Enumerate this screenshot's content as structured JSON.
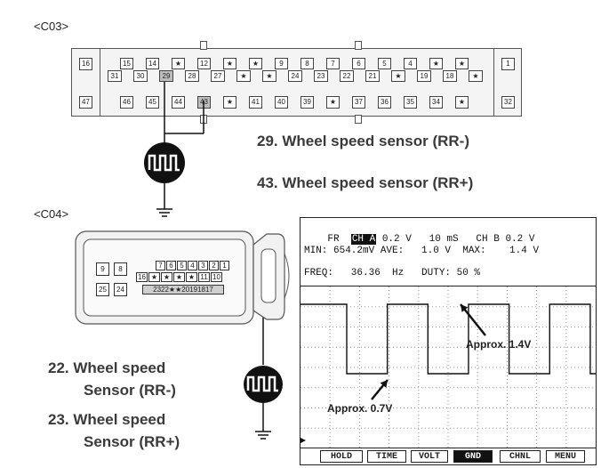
{
  "c03": {
    "label": "<C03>",
    "top_row": [
      {
        "t": "16",
        "hl": false
      },
      {
        "t": "15",
        "hl": false
      },
      {
        "t": "14",
        "hl": false
      },
      {
        "t": "★",
        "hl": false
      },
      {
        "t": "12",
        "hl": false
      },
      {
        "t": "★",
        "hl": false
      },
      {
        "t": "★",
        "hl": false
      },
      {
        "t": "9",
        "hl": false
      },
      {
        "t": "8",
        "hl": false
      },
      {
        "t": "7",
        "hl": false
      },
      {
        "t": "6",
        "hl": false
      },
      {
        "t": "5",
        "hl": false
      },
      {
        "t": "4",
        "hl": false
      },
      {
        "t": "★",
        "hl": false
      },
      {
        "t": "★",
        "hl": false
      },
      {
        "t": "1",
        "hl": false
      }
    ],
    "mid_row": [
      {
        "t": "31",
        "hl": false
      },
      {
        "t": "30",
        "hl": false
      },
      {
        "t": "29",
        "hl": true
      },
      {
        "t": "28",
        "hl": false
      },
      {
        "t": "27",
        "hl": false
      },
      {
        "t": "★",
        "hl": false
      },
      {
        "t": "★",
        "hl": false
      },
      {
        "t": "24",
        "hl": false
      },
      {
        "t": "23",
        "hl": false
      },
      {
        "t": "22",
        "hl": false
      },
      {
        "t": "21",
        "hl": false
      },
      {
        "t": "★",
        "hl": false
      },
      {
        "t": "19",
        "hl": false
      },
      {
        "t": "18",
        "hl": false
      },
      {
        "t": "★",
        "hl": false
      }
    ],
    "bot_row": [
      {
        "t": "47",
        "hl": false
      },
      {
        "t": "46",
        "hl": false
      },
      {
        "t": "45",
        "hl": false
      },
      {
        "t": "44",
        "hl": false
      },
      {
        "t": "43",
        "hl": true
      },
      {
        "t": "★",
        "hl": false
      },
      {
        "t": "41",
        "hl": false
      },
      {
        "t": "40",
        "hl": false
      },
      {
        "t": "39",
        "hl": false
      },
      {
        "t": "★",
        "hl": false
      },
      {
        "t": "37",
        "hl": false
      },
      {
        "t": "36",
        "hl": false
      },
      {
        "t": "35",
        "hl": false
      },
      {
        "t": "34",
        "hl": false
      },
      {
        "t": "★",
        "hl": false
      },
      {
        "t": "32",
        "hl": false
      }
    ],
    "caption_29": "29. Wheel speed sensor (RR-)",
    "caption_43": "43. Wheel speed sensor (RR+)"
  },
  "c04": {
    "label": "<C04>",
    "left_pins": [
      "9",
      "8",
      "25",
      "24"
    ],
    "top_row": [
      "7",
      "6",
      "5",
      "4",
      "3",
      "2",
      "1"
    ],
    "mid_row": [
      "16",
      "★",
      "★",
      "★",
      "★",
      "11",
      "10"
    ],
    "bot_row": "2322★★20191817",
    "caption_22_line1": "22. Wheel speed",
    "caption_22_line2": "Sensor (RR-)",
    "caption_23_line1": "23. Wheel speed",
    "caption_23_line2": "Sensor (RR+)"
  },
  "scope": {
    "line1": "FR  CH A 0.2 V   10 mS   CH B 0.2 V",
    "line1_fr": "FR",
    "line1_cha": "CH A",
    "line1_rest": " 0.2 V   10 mS   CH B 0.2 V",
    "line2": "MIN: 654.2mV AVE:   1.0 V  MAX:    1.4 V",
    "line3": "FREQ:   36.36  Hz   DUTY: 50 %",
    "annot_high": "Approx. 1.4V",
    "annot_low": "Approx. 0.7V",
    "buttons": [
      "HOLD",
      "TIME",
      "VOLT",
      "GND",
      "CHNL",
      "MENU"
    ],
    "active_button": "GND",
    "signal": {
      "high_v": 1.4,
      "low_v": 0.7,
      "freq_hz": 36.36,
      "duty_pct": 50
    }
  }
}
